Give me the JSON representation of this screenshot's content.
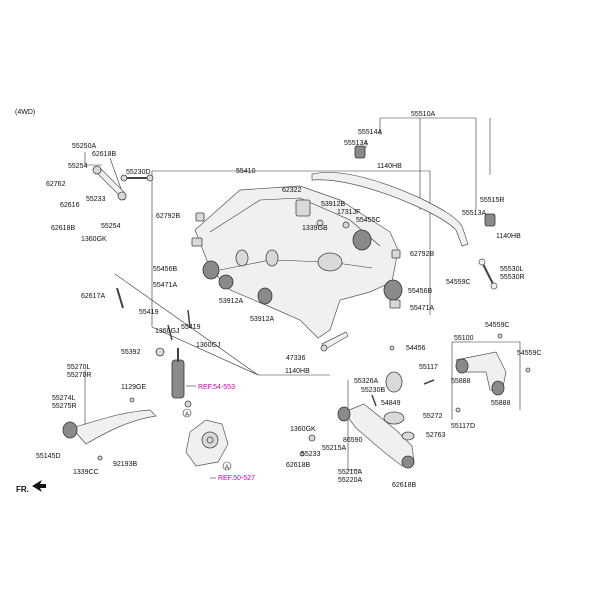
{
  "variant": "(4WD)",
  "front_label": "FR.",
  "callouts": {
    "c55510A": "55510A",
    "c55514A": "55514A",
    "c55513A_l": "55513A",
    "c1140HB_top": "1140HB",
    "c55515R": "55515R",
    "c55513A_r": "55513A",
    "c1140HB_r": "1140HB",
    "c55530L": "55530L",
    "c55530R": "55530R",
    "c54559C_r": "54559C",
    "c55250A": "55250A",
    "c62618B_t": "62618B",
    "c55254_t": "55254",
    "c55230D": "55230D",
    "c62762": "62762",
    "c62616": "62616",
    "c55233_t": "55233",
    "c62618B_l": "62618B",
    "c55254_b": "55254",
    "c1360GK_l": "1360GK",
    "c55410": "55410",
    "c62322": "62322",
    "c62792B_l": "62792B",
    "c53912B": "53912B",
    "c1731JF": "1731JF",
    "c1339GB": "1339GB",
    "c55455C": "55455C",
    "c62792B_r": "62792B",
    "c55456B_l": "55456B",
    "c55471A_l": "55471A",
    "c62617A": "62617A",
    "c53912A_1": "53912A",
    "c55456B_r": "55456B",
    "c55471A_r": "55471A",
    "c55419_1": "55419",
    "c1360GJ_1": "1360GJ",
    "c55419_2": "55419",
    "c1360GJ_2": "1360GJ",
    "c53912A_2": "53912A",
    "c55392": "55392",
    "c47336": "47336",
    "c1140HB_c": "1140HB",
    "c54456": "54456",
    "c55100": "55100",
    "c54559C_a": "54559C",
    "c54559C_b": "54559C",
    "c55270L": "55270L",
    "c55270R": "55270R",
    "c1129GE": "1129GE",
    "c55274L": "55274L",
    "c55275R": "55275R",
    "c55145D": "55145D",
    "c1339CC": "1339CC",
    "c92193B": "92193B",
    "c55326A": "55326A",
    "c55230B": "55230B",
    "c55117_a": "55117",
    "c55888_a": "55888",
    "c55888_b": "55888",
    "c54849": "54849",
    "c55272": "55272",
    "c55117D": "55117D",
    "c1360GK_c": "1360GK",
    "c86590": "86590",
    "c52763": "52763",
    "c55233_c": "55233",
    "c55215A": "55215A",
    "c62618B_c": "62618B",
    "c55210A": "55210A",
    "c55220A": "55220A",
    "c62618B_b": "62618B",
    "ref1": "REF.54-553",
    "ref2": "REF.50-527",
    "marker_a": "A"
  }
}
